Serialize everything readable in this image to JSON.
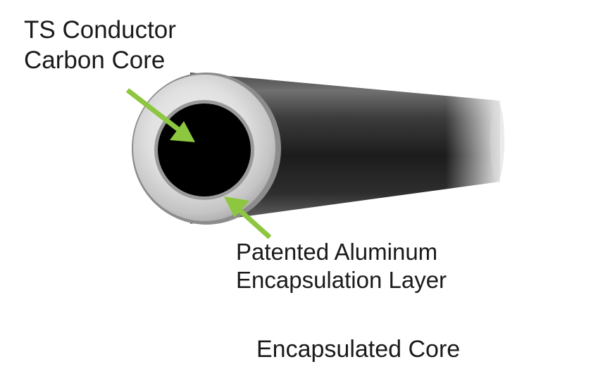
{
  "labels": {
    "core": {
      "line1": "TS Conductor",
      "line2": "Carbon Core"
    },
    "layer": {
      "line1": "Patented Aluminum",
      "line2": "Encapsulation Layer"
    },
    "caption": "Encapsulated Core"
  },
  "colors": {
    "arrow": "#8dc63f",
    "core": "#000000",
    "tube_dark": "#2a2a2a",
    "ring_light": "#e4e4e4",
    "text": "#1a1a1a"
  }
}
